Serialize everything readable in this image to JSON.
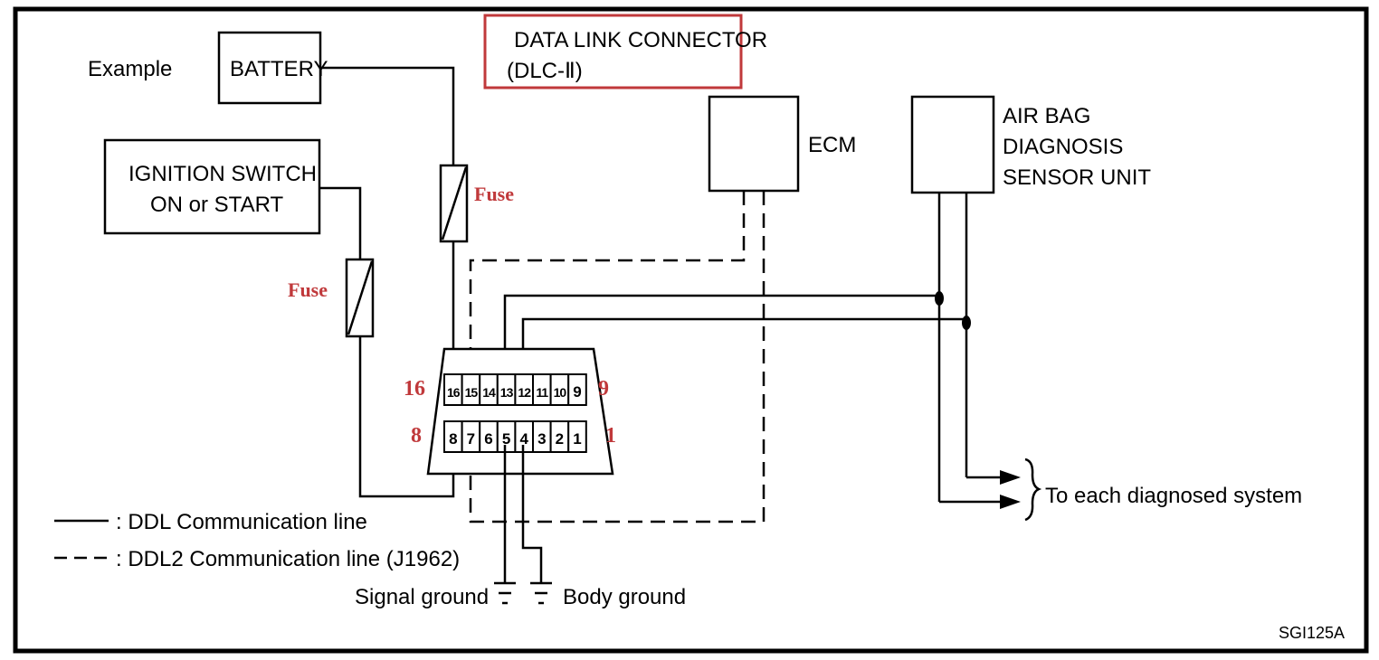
{
  "title": {
    "line1": "DATA LINK CONNECTOR",
    "line2": "(DLC-Ⅱ)",
    "highlight_color": "#c0393b"
  },
  "example_label": "Example",
  "components": {
    "battery": "BATTERY",
    "ignition_line1": "IGNITION SWITCH",
    "ignition_line2": "ON or START",
    "ecm": "ECM",
    "airbag_line1": "AIR BAG",
    "airbag_line2": "DIAGNOSIS",
    "airbag_line3": "SENSOR UNIT"
  },
  "annotations": {
    "fuse_top": "Fuse",
    "fuse_left": "Fuse",
    "pin_label_16": "16",
    "pin_label_9": "9",
    "pin_label_8": "8",
    "pin_label_1": "1",
    "annotation_color": "#c0393b"
  },
  "connector": {
    "top_row": [
      "16",
      "15",
      "14",
      "13",
      "12",
      "11",
      "10",
      "9"
    ],
    "bottom_row": [
      "8",
      "7",
      "6",
      "5",
      "4",
      "3",
      "2",
      "1"
    ]
  },
  "outputs": {
    "to_systems": "To each diagnosed system"
  },
  "grounds": {
    "signal": "Signal ground",
    "body": "Body ground"
  },
  "legend": {
    "solid": ": DDL Communication line",
    "dashed": ": DDL2 Communication line (J1962)"
  },
  "figure_code": "SGI125A"
}
